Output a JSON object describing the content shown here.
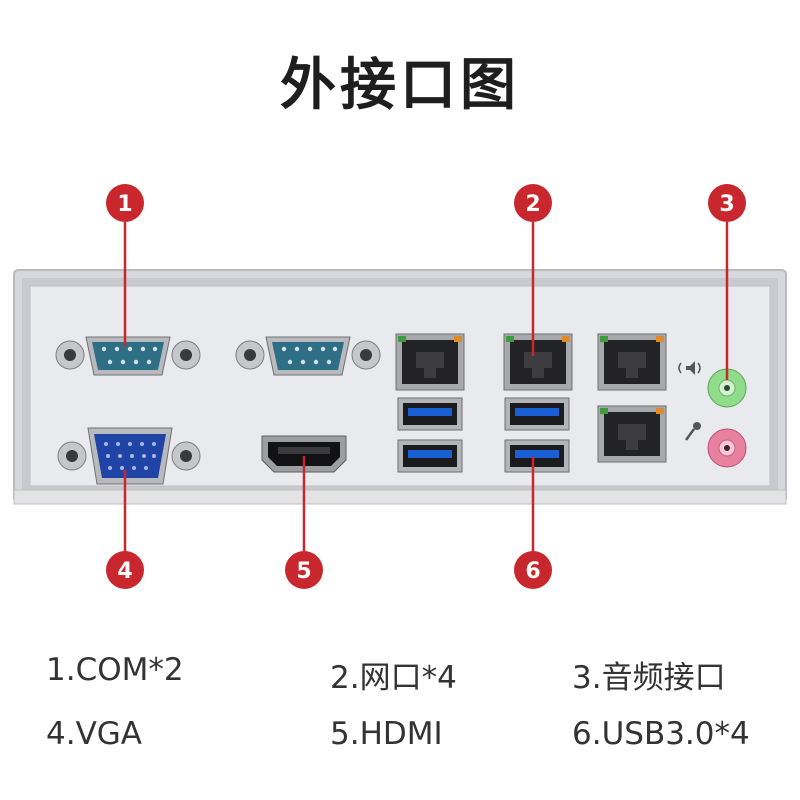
{
  "title": "外接口图",
  "callouts": [
    "1",
    "2",
    "3",
    "4",
    "5",
    "6"
  ],
  "legend": [
    {
      "text": "1.COM*2"
    },
    {
      "text": "2.网口*4"
    },
    {
      "text": "3.音频接口"
    },
    {
      "text": "4.VGA"
    },
    {
      "text": "5.HDMI"
    },
    {
      "text": "6.USB3.0*4"
    }
  ],
  "colors": {
    "callout": "#c8282d",
    "panel": "#e6e7ec",
    "frame": "#cfcfd4",
    "com_port": "#2e6f86",
    "vga_port": "#2043a6",
    "usb_blue": "#1b5fd6",
    "audio_green": "#7fd07c",
    "audio_pink": "#e4789c"
  }
}
